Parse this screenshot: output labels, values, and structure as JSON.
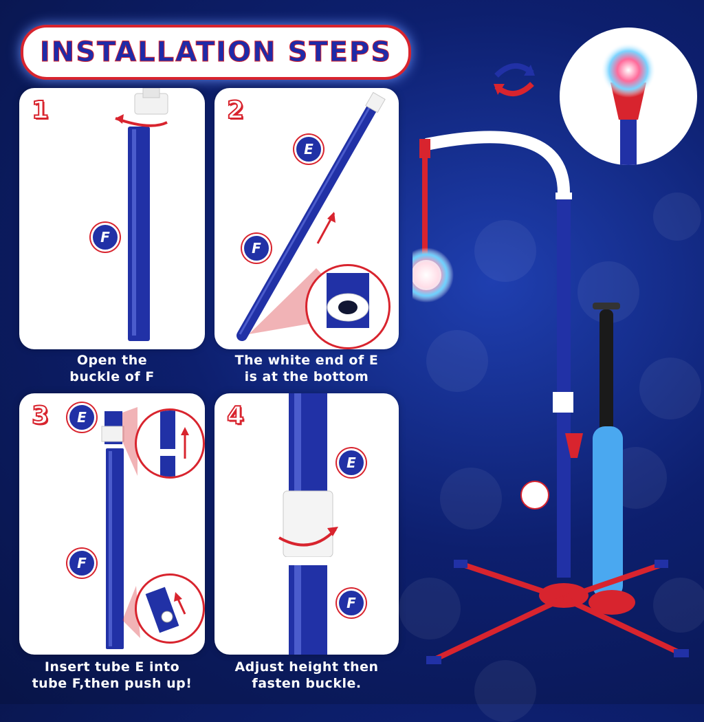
{
  "title": "INSTALLATION STEPS",
  "steps": [
    {
      "number": "1",
      "caption_line1": "Open the",
      "caption_line2": "buckle of F",
      "labels": [
        "F"
      ]
    },
    {
      "number": "2",
      "caption_line1": "The white end of E",
      "caption_line2": "is at the bottom",
      "labels": [
        "E",
        "F"
      ]
    },
    {
      "number": "3",
      "caption_line1": "Insert tube E into",
      "caption_line2": "tube F,then push up!",
      "labels": [
        "E",
        "F"
      ]
    },
    {
      "number": "4",
      "caption_line1": "Adjust height then",
      "caption_line2": "fasten buckle.",
      "labels": [
        "E",
        "F"
      ]
    }
  ],
  "colors": {
    "blue_tube": "#2131a6",
    "red_accent": "#d8242e",
    "white": "#ffffff",
    "bg_dark": "#081447"
  },
  "icons": {
    "swap": "swap-arrows-icon",
    "rotate": "rotate-arrow-icon",
    "up": "arrow-up-icon"
  }
}
